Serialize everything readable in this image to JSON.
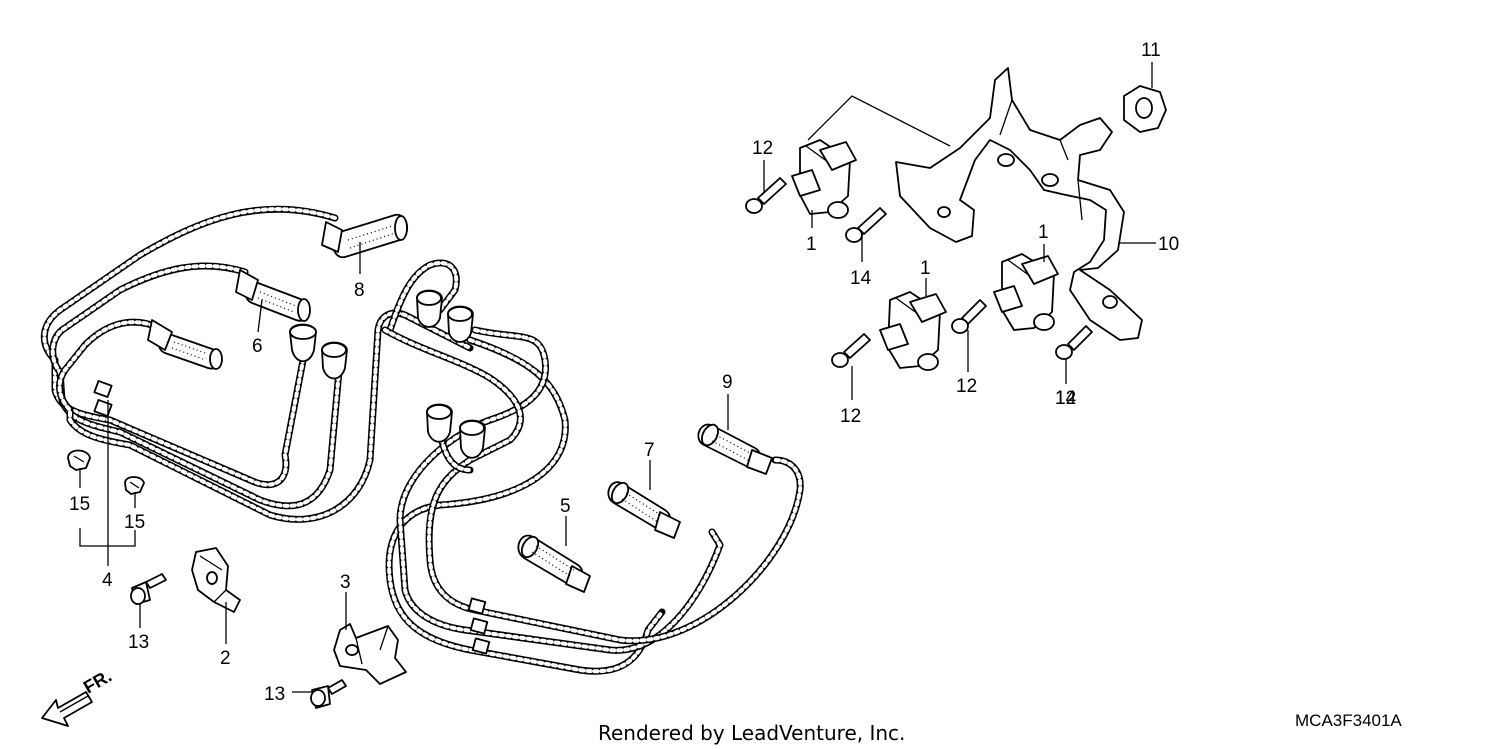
{
  "diagram": {
    "callouts": [
      "1",
      "1",
      "1",
      "2",
      "3",
      "4",
      "5",
      "6",
      "7",
      "8",
      "9",
      "10",
      "11",
      "12",
      "12",
      "12",
      "12",
      "13",
      "13",
      "14",
      "14",
      "15",
      "15"
    ],
    "direction_label": "FR.",
    "footer": "Rendered by LeadVenture, Inc.",
    "diagram_code": "MCA3F3401A"
  }
}
